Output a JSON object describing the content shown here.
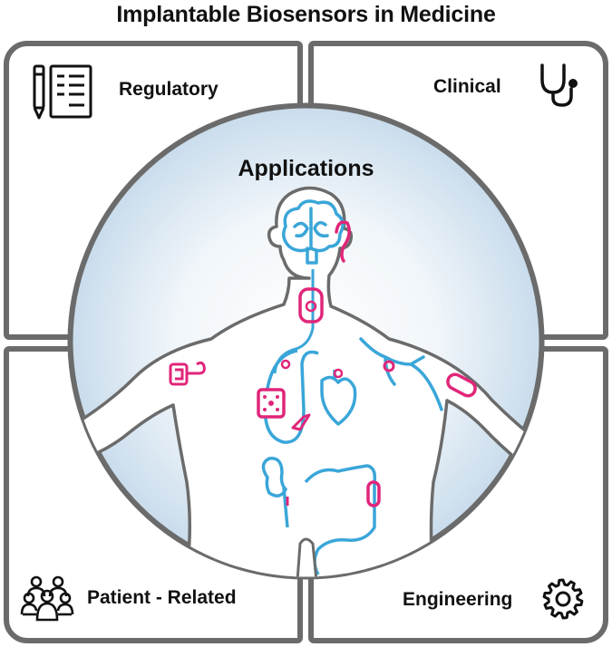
{
  "title": "Implantable Biosensors in Medicine",
  "center_label": "Applications",
  "quadrants": {
    "top_left": {
      "label": "Regulatory",
      "icon": "document-pen-icon"
    },
    "top_right": {
      "label": "Clinical",
      "icon": "stethoscope-icon"
    },
    "bottom_left": {
      "label": "Patient - Related",
      "icon": "people-group-icon"
    },
    "bottom_right": {
      "label": "Engineering",
      "icon": "gear-icon"
    }
  },
  "colors": {
    "frame": "#6b6b6b",
    "organ_blue": "#3aa6d8",
    "sensor_pink": "#e0267a",
    "circle_fill": "#dbe9f4"
  }
}
